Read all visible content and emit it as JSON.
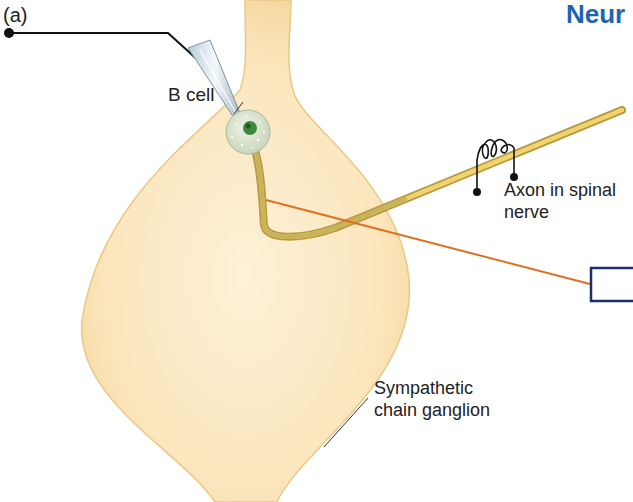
{
  "diagram": {
    "title": "Neur",
    "labels": [
      "(a)",
      "B cell",
      "Axon in spinal nerve",
      "Sympathetic chain ganglion"
    ]
  }
}
